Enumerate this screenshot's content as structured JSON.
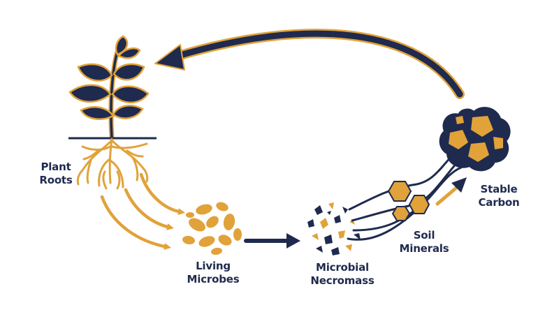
{
  "colors": {
    "navy": "#1f2a4f",
    "gold": "#e1a23a",
    "background": "#ffffff"
  },
  "labels": {
    "plant_roots": [
      "Plant",
      "Roots"
    ],
    "living_microbes": [
      "Living",
      "Microbes"
    ],
    "microbial_necromass": [
      "Microbial",
      "Necromass"
    ],
    "soil_minerals": [
      "Soil",
      "Minerals"
    ],
    "stable_carbon": [
      "Stable",
      "Carbon"
    ]
  },
  "icons": [
    "plant-icon",
    "roots-icon",
    "microbes-icon",
    "necromass-fragments-icon",
    "mineral-hexagons-icon",
    "carbon-aggregate-icon",
    "cycle-arrow-icon"
  ]
}
